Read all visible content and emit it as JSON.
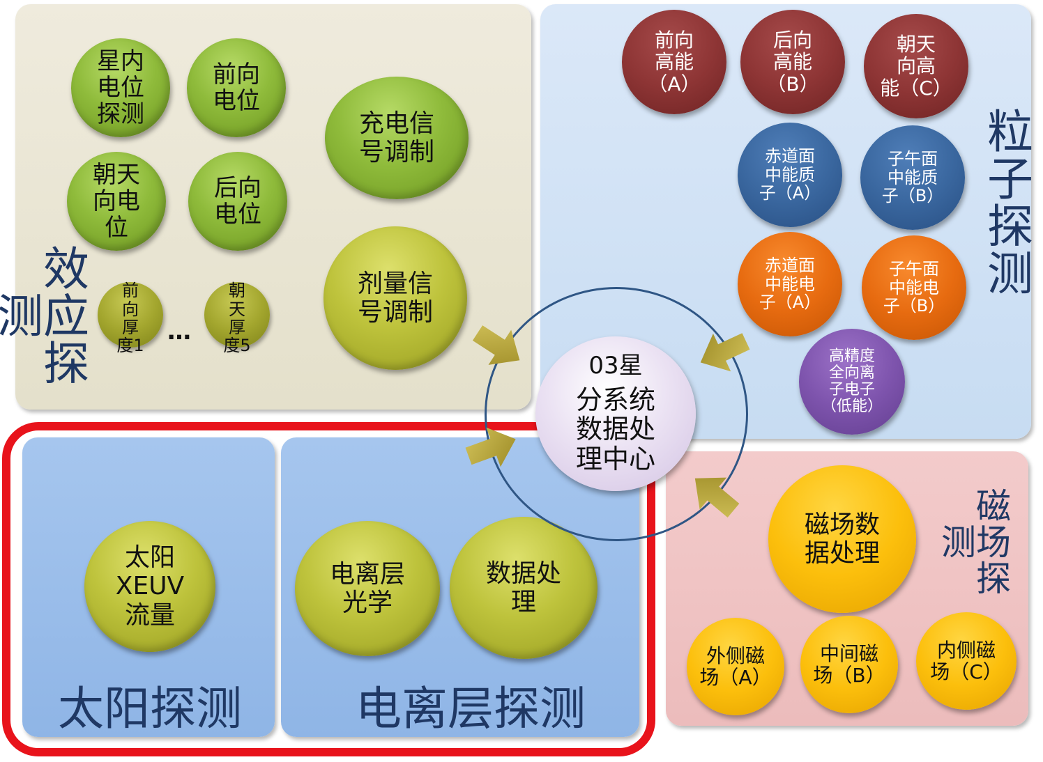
{
  "panels": {
    "effect": "效应探测",
    "particle": "粒子探测",
    "magnetic": "磁场探测",
    "solar": "太阳探测",
    "ionosphere": "电离层探测"
  },
  "center": {
    "line1": "03星",
    "line2": "分系统\n数据处\n理中心"
  },
  "effect_nodes": {
    "internal_potential": "星内\n电位\n探测",
    "forward_potential": "前向\n电位",
    "zenith_potential": "朝天\n向电\n位",
    "backward_potential": "后向\n电位",
    "forward_thickness1": "前\n向\n厚\n度1",
    "zenith_thickness5": "朝\n天\n厚\n度5",
    "ellipsis": "…",
    "charging_modulation": "充电信\n号调制",
    "dose_modulation": "剂量信\n号调制"
  },
  "particle_nodes": {
    "forward_high_a": "前向\n高能\n（A）",
    "backward_high_b": "后向\n高能\n（B）",
    "zenith_high_c": "朝天\n向高\n能（C）",
    "equatorial_proton_a": "赤道面\n中能质\n子（A）",
    "meridian_proton_b": "子午面\n中能质\n子（B）",
    "equatorial_electron_a": "赤道面\n中能电\n子（A）",
    "meridian_electron_b": "子午面\n中能电\n子（B）",
    "high_precision_ion": "高精度\n全向离\n子电子\n（低能）"
  },
  "magnetic_nodes": {
    "data_processing": "磁场数\n据处理",
    "outer_a": "外侧磁\n场（A）",
    "middle_b": "中间磁\n场（B）",
    "inner_c": "内侧磁\n场（C）"
  },
  "solar_nodes": {
    "xeuv_flux": "太阳\nXEUV\n流量"
  },
  "ionosphere_nodes": {
    "optics": "电离层\n光学",
    "data_processing": "数据处\n理"
  },
  "colors": {
    "label_text": "#1f3864",
    "red_frame": "#e8131b",
    "arrow_fill": "#b8a53a",
    "ring": "#2f5685"
  }
}
